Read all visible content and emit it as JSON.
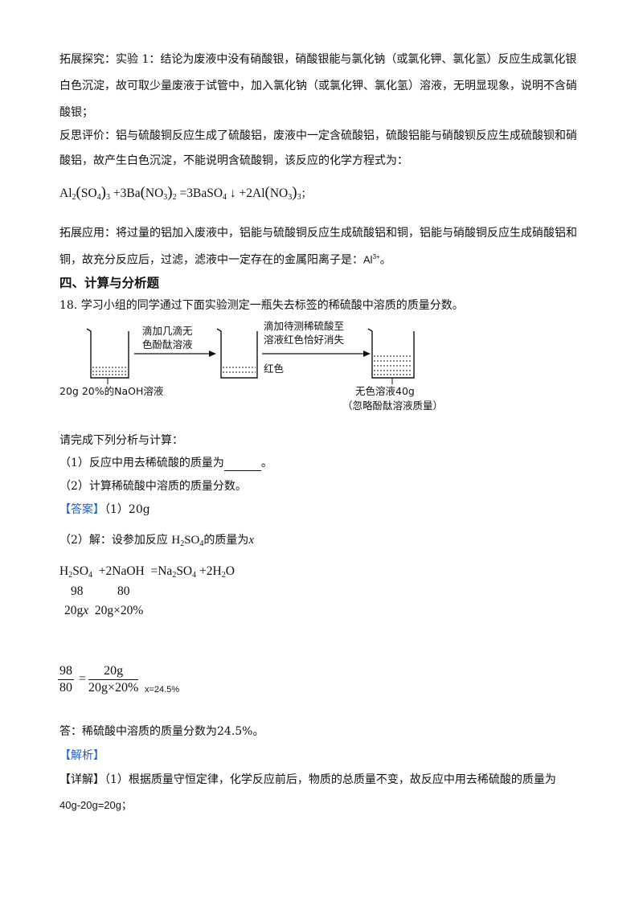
{
  "p1": {
    "line1": "拓展探究：实验 1：结论为废液中没有硝酸银，硝酸银能与氯化钠（或氯化钾、氯化氢）反应生成氯化银",
    "line2": "白色沉淀，故可取少量废液于试管中，加入氯化钠（或氯化钾、氯化氢）溶液，无明显现象，说明不含硝",
    "line3": "酸银；"
  },
  "p2": {
    "line1": "反思评价：铝与硫酸铜反应生成了硫酸铝，废液中一定含硫酸铝，硫酸铝能与硝酸钡反应生成硫酸钡和硝",
    "line2": "酸铝，故产生白色沉淀，不能说明含硫酸铜，该反应的化学方程式为："
  },
  "equation1_end": "；",
  "p3": {
    "line1": "拓展应用：将过量的铝加入废液中，铝能与硫酸铜反应生成硫酸铝和铜，铝能与硝酸铜反应生成硝酸铝和",
    "line2": "铜，故充分反应后，过滤，滤液中一定存在的金属阳离子是：",
    "ion": "Al",
    "ion_charge": "3+",
    "end": "。"
  },
  "section_heading": "四、计算与分析题",
  "q18": {
    "stem": "18. 学习小组的同学通过下面实验测定一瓶失去标签的稀硫酸中溶质的质量分数。",
    "prompt": "请完成下列分析与计算：",
    "part1": "（1）反应中用去稀硫酸的质量为",
    "part1_end": "。",
    "part2": "（2）计算稀硫酸中溶质的质量分数。"
  },
  "diagram": {
    "arrow1_line1": "滴加几滴无",
    "arrow1_line2": "色酚酞溶液",
    "arrow2_line1": "滴加待测稀硫酸至",
    "arrow2_line2": "溶液红色恰好消失",
    "beaker1_label": "20g 20%的NaOH溶液",
    "beaker2_label": "红色",
    "beaker3_label_line1": "无色溶液40g",
    "beaker3_label_line2": "（忽略酚酞溶液质量）"
  },
  "answer": {
    "tag": "【答案】",
    "part1": "（1）20g",
    "part2_intro": "（2）解：设参加反应",
    "part2_intro_end": "的质量为",
    "var": "x",
    "row_masses": [
      "98",
      "80"
    ],
    "row_values": [
      "20g",
      "x",
      "20g",
      "×20%"
    ],
    "ratio_left_num": "98",
    "ratio_left_den": "80",
    "ratio_right_num": "20g",
    "ratio_right_den": "20g×20%",
    "result": "x=24.5%",
    "conclusion": "答：稀硫酸中溶质的质量分数为24.5%。"
  },
  "analysis": {
    "tag": "【解析】",
    "detail_tag": "【详解】",
    "detail_line1": "（1）根据质量守恒定律，化学反应前后，物质的总质量不变，故反应中用去稀硫酸的质量为",
    "detail_line2": "40g-20g=20g；"
  }
}
